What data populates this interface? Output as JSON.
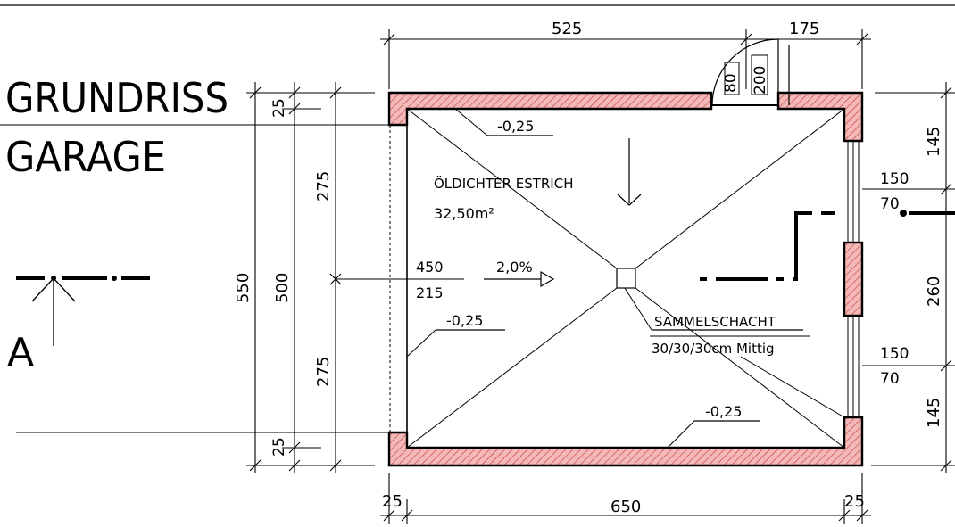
{
  "title": {
    "line1": "GRUNDRISS",
    "line2": "GARAGE"
  },
  "section_marker": {
    "label": "A"
  },
  "dimensions": {
    "top_main": "525",
    "top_door": "175",
    "door_80": "80",
    "door_200": "200",
    "bottom_left_wall": "25",
    "bottom_main": "650",
    "bottom_right_wall": "25",
    "left_overall": "550",
    "left_inner": "500",
    "left_upper": "275",
    "left_lower": "275",
    "left_wall_top": "25",
    "left_wall_bottom": "25",
    "right_top": "145",
    "right_window_top": "150",
    "right_window_top_sub": "70",
    "right_mid": "260",
    "right_window_bottom": "150",
    "right_window_bottom_sub": "70",
    "right_bottom": "145",
    "opening_top": "450",
    "opening_bottom": "215"
  },
  "annotations": {
    "level_top": "-0,25",
    "level_left": "-0,25",
    "level_bottom": "-0,25",
    "floor_material": "ÖLDICHTER ESTRICH",
    "floor_area": "32,50m²",
    "slope": "2,0%",
    "drain_name": "SAMMELSCHACHT",
    "drain_spec": "30/30/30cm Mittig"
  },
  "colors": {
    "wall_fill": "#f4b8b8",
    "wall_hatch": "#c0393b",
    "line": "#000000"
  }
}
